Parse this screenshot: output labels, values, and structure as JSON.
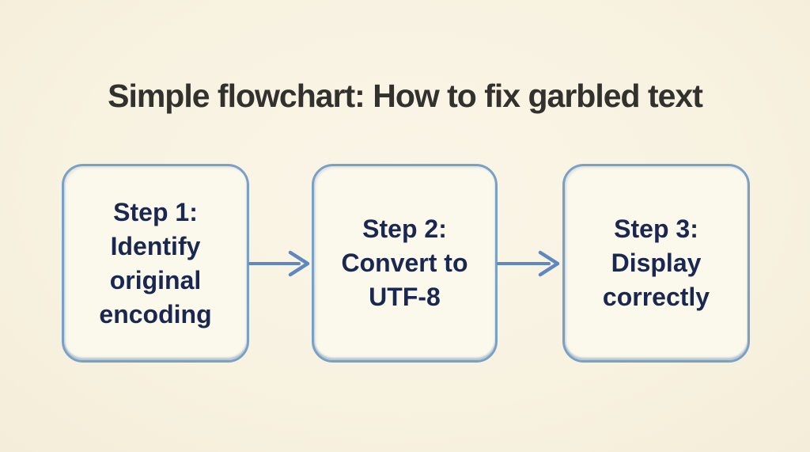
{
  "title": "Simple flowchart: How to fix garbled text",
  "flowchart": {
    "steps": [
      {
        "id": 1,
        "label": "Step 1:\nIdentify\noriginal\nencoding"
      },
      {
        "id": 2,
        "label": "Step 2:\nConvert to\nUTF-8"
      },
      {
        "id": 3,
        "label": "Step 3:\nDisplay\ncorrectly"
      }
    ],
    "connections": [
      {
        "from": 1,
        "to": 2,
        "type": "arrow-right"
      },
      {
        "from": 2,
        "to": 3,
        "type": "arrow-right"
      }
    ]
  },
  "colors": {
    "background": "#f8f2e1",
    "box_fill": "#fbf8ec",
    "box_border": "#7ba0c5",
    "arrow": "#5e88bf",
    "step_text": "#1a2750",
    "title_text": "#33312d"
  }
}
